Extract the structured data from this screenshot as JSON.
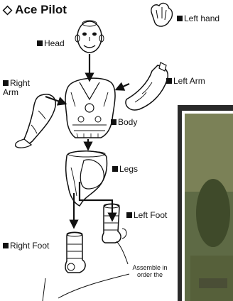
{
  "title": "◇ Ace Pilot",
  "labels": {
    "left_hand": "Left hand",
    "head": "Head",
    "right_arm": "Right\nArm",
    "left_arm": "Left Arm",
    "body": "Body",
    "legs": "Legs",
    "left_foot": "Left Foot",
    "right_foot": "Right Foot"
  },
  "note": "Assemble in order the",
  "colors": {
    "ink": "#111111",
    "frame": "#2a2a2a",
    "photo_green": "#4f5a35"
  }
}
